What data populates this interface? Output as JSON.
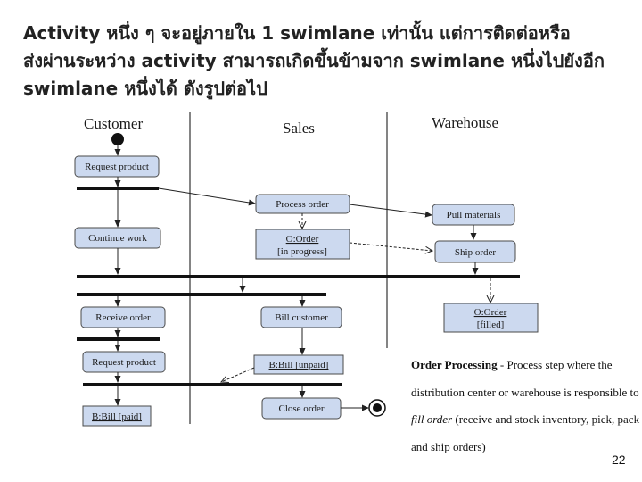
{
  "heading": {
    "line1": "Activity หนึ่ง ๆ จะอยู่ภายใน 1 swimlane เท่านั้น แต่การติดต่อหรือ",
    "line2": "ส่งผ่านระหว่าง activity สามารถเกิดขึ้นข้ามจาก swimlane หนึ่งไปยังอีก",
    "line3": "swimlane หนึ่งได้ ดังรูปต่อไป"
  },
  "diagram": {
    "lanes": [
      "Customer",
      "Sales",
      "Warehouse"
    ],
    "nodes": {
      "request_product": "Request product",
      "process_order": "Process order",
      "pull_materials": "Pull materials",
      "continue_work": "Continue work",
      "order_in_progress_1": "O:Order",
      "order_in_progress_2": "[in progress]",
      "ship_order": "Ship order",
      "order_filled_1": "O:Order",
      "order_filled_2": "[filled]",
      "receive_order": "Receive order",
      "bill_customer": "Bill customer",
      "request_product_2": "Request product",
      "bill_unpaid": "B:Bill [unpaid]",
      "close_order": "Close order",
      "bill_paid": "B:Bill [paid]"
    },
    "colors": {
      "node_fill": "#ccd9ef",
      "node_stroke": "#4a4a4a",
      "line": "#222222"
    }
  },
  "caption": {
    "lead": "Order Processing",
    "text1": " - Process step where the distribution center or warehouse is responsible to ",
    "em": "fill order",
    "text2": " (receive and stock inventory, pick, pack and ship orders)"
  },
  "page_number": "22"
}
